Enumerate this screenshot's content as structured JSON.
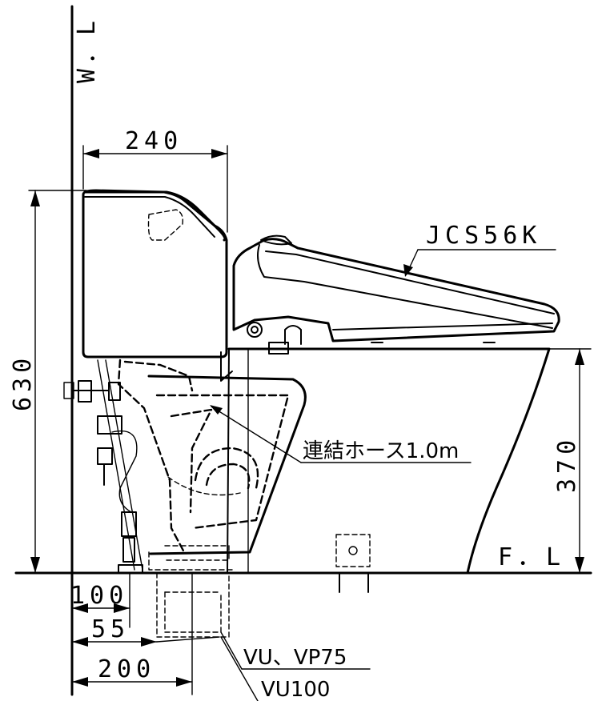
{
  "labels": {
    "wall_line": "W．L",
    "floor_line": "F．L",
    "model": "JCS56K",
    "hose": "連結ホース1.0m",
    "pipe_1": "VU、VP75",
    "pipe_2": "VU100"
  },
  "dimensions": {
    "tank_width": "240",
    "total_height": "630",
    "seat_height": "370",
    "offset_100": "100",
    "offset_55": "55",
    "offset_200": "200"
  }
}
